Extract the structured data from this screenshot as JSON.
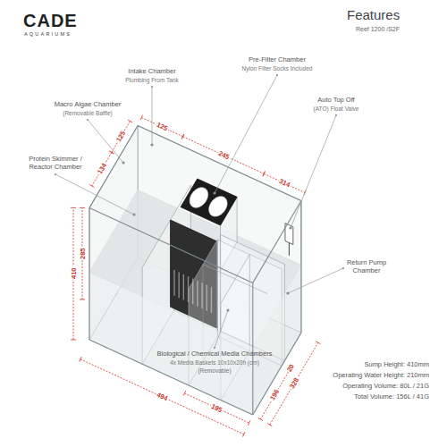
{
  "diagram": {
    "title": "Features",
    "labels": [
      "CADE",
      "AQUARIUMS",
      "Reef 1200 /S2F",
      "Intake Chamber",
      "Plumbing From Tank",
      "Pre-Filter Chamber",
      "Nylon Filter Socks Included",
      "Macro Algae Chamber",
      "(Removable Baffle)",
      "Auto Top Off",
      "(ATO) Float Valve",
      "Protein Skimmer / Reactor Chamber",
      "Return Pump Chamber",
      "Biological / Chemical Media Chambers",
      "4x Media Baskets 10x10x20h (cm)",
      "(Removable)",
      "Sump Height: 410mm",
      "Operating Water Height: 210mm",
      "Operating Volume: 80L / 21G",
      "Total Volume: 156L / 41G",
      "125",
      "125",
      "245",
      "314",
      "134",
      "285",
      "410",
      "328",
      "20",
      "494",
      "195",
      "196"
    ]
  }
}
